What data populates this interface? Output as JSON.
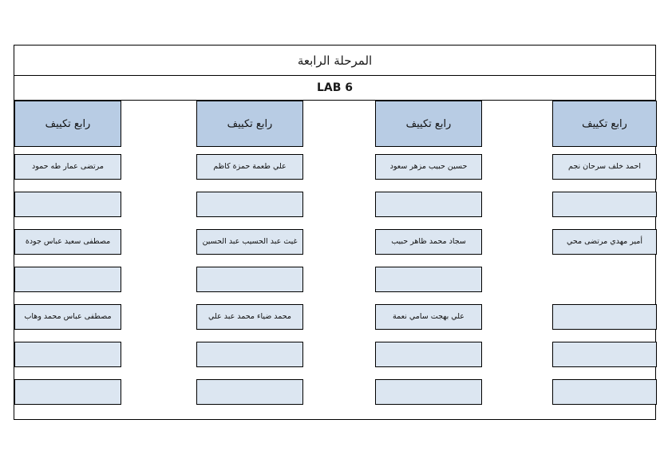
{
  "page": {
    "title_top": "المرحلة الرابعة",
    "title_sub": "LAB 6",
    "colors": {
      "header_fill": "#b8cce4",
      "cell_fill": "#dce6f1",
      "border": "#000000",
      "background": "#ffffff",
      "text": "#111111"
    }
  },
  "table": {
    "column_count": 4,
    "row_count": 7,
    "columns": [
      {
        "header": "رابع تكييف",
        "cells": [
          {
            "text": "مرتضى عمار طه حمود",
            "filled": true
          },
          {
            "text": "",
            "filled": true
          },
          {
            "text": "مصطفى سعيد عباس جودة",
            "filled": true
          },
          {
            "text": "",
            "filled": true
          },
          {
            "text": "مصطفى عباس محمد وهاب",
            "filled": true
          },
          {
            "text": "",
            "filled": true
          },
          {
            "text": "",
            "filled": true
          }
        ]
      },
      {
        "header": "رابع تكييف",
        "cells": [
          {
            "text": "علي طعمة حمزة كاظم",
            "filled": true
          },
          {
            "text": "",
            "filled": true
          },
          {
            "text": "غيث عبد الحسيب عبد الحسين",
            "filled": true
          },
          {
            "text": "",
            "filled": true
          },
          {
            "text": "محمد ضياء محمد عبد علي",
            "filled": true
          },
          {
            "text": "",
            "filled": true
          },
          {
            "text": "",
            "filled": true
          }
        ]
      },
      {
        "header": "رابع تكييف",
        "cells": [
          {
            "text": "حسين حبيب مزهر سعود",
            "filled": true
          },
          {
            "text": "",
            "filled": true
          },
          {
            "text": "سجاد محمد ظاهر حبيب",
            "filled": true
          },
          {
            "text": "",
            "filled": true
          },
          {
            "text": "علي بهجت سامي نعمة",
            "filled": true
          },
          {
            "text": "",
            "filled": true
          },
          {
            "text": "",
            "filled": true
          }
        ]
      },
      {
        "header": "رابع تكييف",
        "cells": [
          {
            "text": "احمد خلف سرحان نجم",
            "filled": true
          },
          {
            "text": "",
            "filled": true
          },
          {
            "text": "أمير مهدي مرتضى محي",
            "filled": true
          },
          {
            "text": "",
            "filled": false
          },
          {
            "text": "",
            "filled": true
          },
          {
            "text": "",
            "filled": true
          },
          {
            "text": "",
            "filled": true
          }
        ]
      }
    ]
  }
}
